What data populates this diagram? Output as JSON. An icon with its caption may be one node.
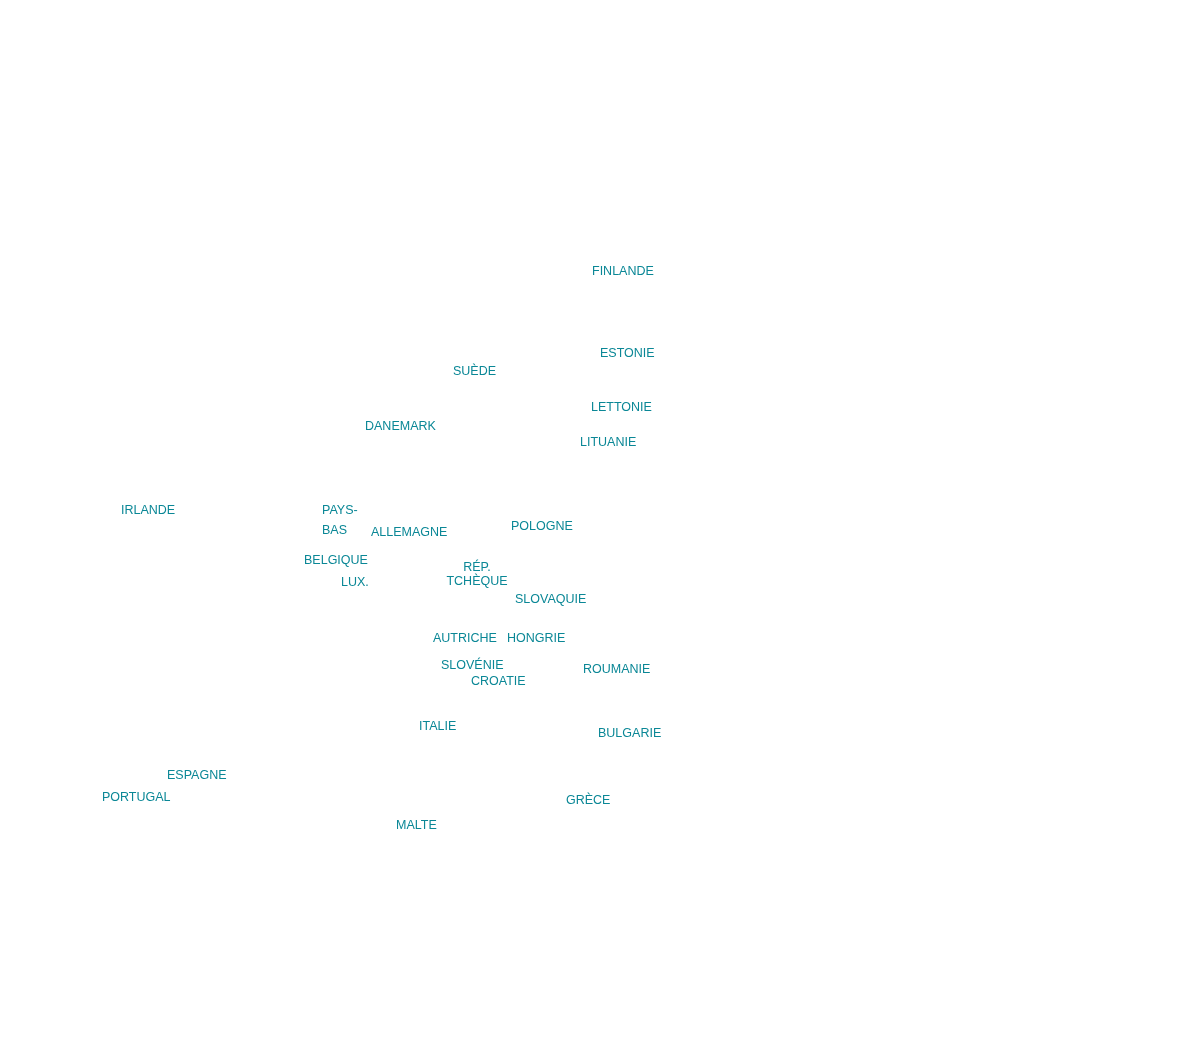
{
  "diagram": {
    "labels": [
      "FINLANDE",
      "ESTONIE",
      "SUÈDE",
      "LETTONIE",
      "DANEMARK",
      "LITUANIE",
      "PAYS-BAS",
      "IRLANDE",
      "POLOGNE",
      "ALLEMAGNE",
      "BELGIQUE",
      "RÉP. TCHÈQUE",
      "LUX.",
      "SLOVAQUIE",
      "AUTRICHE",
      "HONGRIE",
      "SLOVÉNIE",
      "ROUMANIE",
      "CROATIE",
      "ITALIE",
      "BULGARIE",
      "ESPAGNE",
      "PORTUGAL",
      "GRÈCE",
      "MALTE"
    ]
  }
}
